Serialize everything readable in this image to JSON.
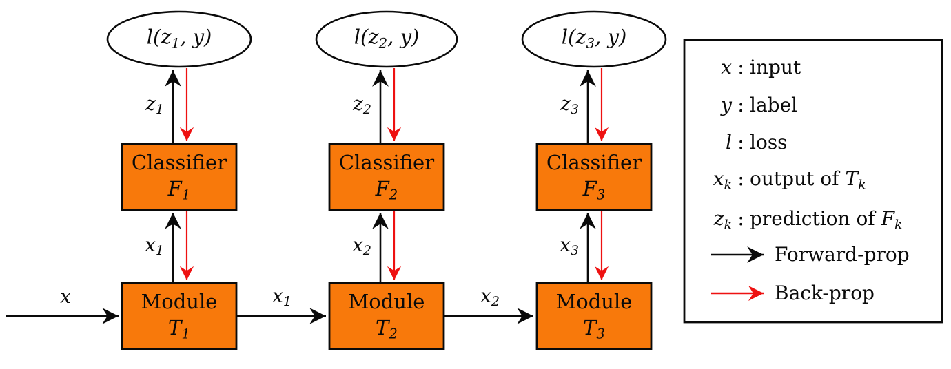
{
  "figure": {
    "background": "#ffffff",
    "colors": {
      "box_fill": "#F8790B",
      "outline": "#0a0a0a",
      "forward": "#0a0a0a",
      "back": "#ee1111"
    }
  },
  "columns": [
    {
      "loss": {
        "pre": "l(z",
        "sub": "1",
        "post": ", y)"
      },
      "z": {
        "main": "z",
        "sub": "1"
      },
      "classifier": {
        "title": "Classifier",
        "sym": "F",
        "sub": "1"
      },
      "x": {
        "main": "x",
        "sub": "1"
      },
      "module": {
        "title": "Module",
        "sym": "T",
        "sub": "1"
      }
    },
    {
      "loss": {
        "pre": "l(z",
        "sub": "2",
        "post": ", y)"
      },
      "z": {
        "main": "z",
        "sub": "2"
      },
      "classifier": {
        "title": "Classifier",
        "sym": "F",
        "sub": "2"
      },
      "x": {
        "main": "x",
        "sub": "2"
      },
      "module": {
        "title": "Module",
        "sym": "T",
        "sub": "2"
      }
    },
    {
      "loss": {
        "pre": "l(z",
        "sub": "3",
        "post": ", y)"
      },
      "z": {
        "main": "z",
        "sub": "3"
      },
      "classifier": {
        "title": "Classifier",
        "sym": "F",
        "sub": "3"
      },
      "x": {
        "main": "x",
        "sub": "3"
      },
      "module": {
        "title": "Module",
        "sym": "T",
        "sub": "3"
      }
    }
  ],
  "flow": [
    {
      "main": "x",
      "sub": ""
    },
    {
      "main": "x",
      "sub": "1"
    },
    {
      "main": "x",
      "sub": "2"
    }
  ],
  "legend": {
    "rows": [
      {
        "term": "x",
        "term_sub": "",
        "colon": ":",
        "desc": "input",
        "math": "",
        "math_sub": ""
      },
      {
        "term": "y",
        "term_sub": "",
        "colon": ":",
        "desc": "label",
        "math": "",
        "math_sub": ""
      },
      {
        "term": "l",
        "term_sub": "",
        "colon": ":",
        "desc": "loss",
        "math": "",
        "math_sub": ""
      },
      {
        "term": "x",
        "term_sub": "k",
        "colon": ":",
        "desc": "output of ",
        "math": "T",
        "math_sub": "k"
      },
      {
        "term": "z",
        "term_sub": "k",
        "colon": ":",
        "desc": "prediction of ",
        "math": "F",
        "math_sub": "k"
      }
    ],
    "forward_label": "Forward-prop",
    "back_label": "Back-prop"
  }
}
